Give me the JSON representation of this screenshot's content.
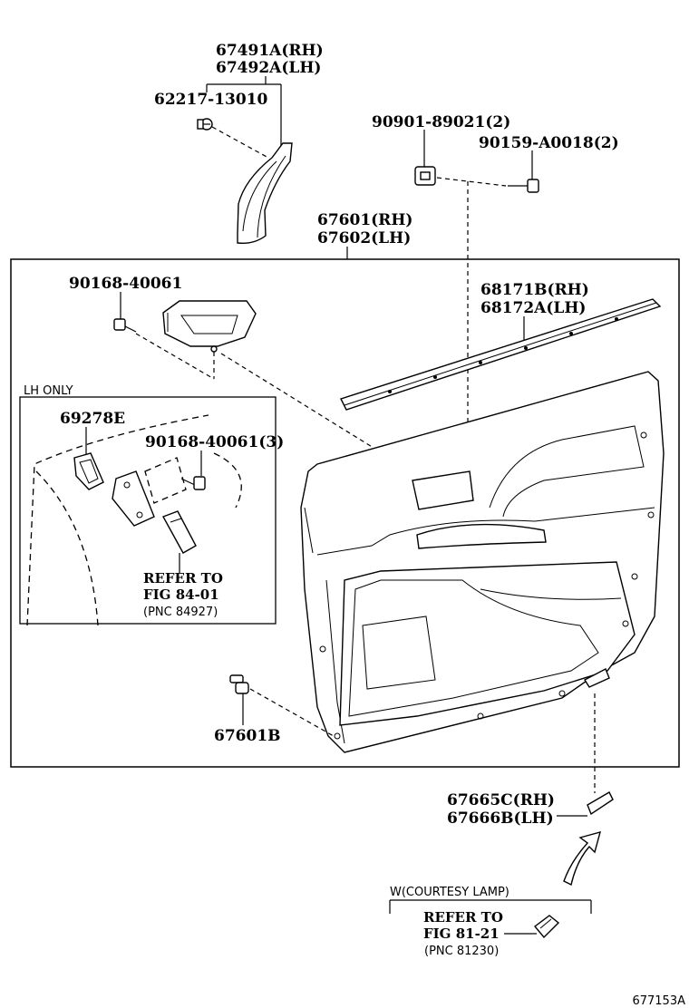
{
  "labels": {
    "garnish_rh": "67491A(RH)",
    "garnish_lh": "67492A(LH)",
    "clip_62217": "62217-13010",
    "nut_90901": "90901-89021(2)",
    "screw_90159": "90159-A0018(2)",
    "board_rh": "67601(RH)",
    "board_lh": "67602(LH)",
    "screw_90168": "90168-40061",
    "weatherstrip_rh": "68171B(RH)",
    "weatherstrip_lh": "68172A(LH)",
    "lh_only": "LH ONLY",
    "part_69278e": "69278E",
    "screw_90168_x3": "90168-40061(3)",
    "refer_to_1": "REFER TO",
    "fig_84_01": "FIG 84-01",
    "pnc_84927": "(PNC 84927)",
    "clip_67601b": "67601B",
    "lens_rh": "67665C(RH)",
    "lens_lh": "67666B(LH)",
    "courtesy_lamp": "W(COURTESY LAMP)",
    "refer_to_2": "REFER TO",
    "fig_81_21": "FIG 81-21",
    "pnc_81230": "(PNC 81230)",
    "diagram_id": "677153A"
  }
}
